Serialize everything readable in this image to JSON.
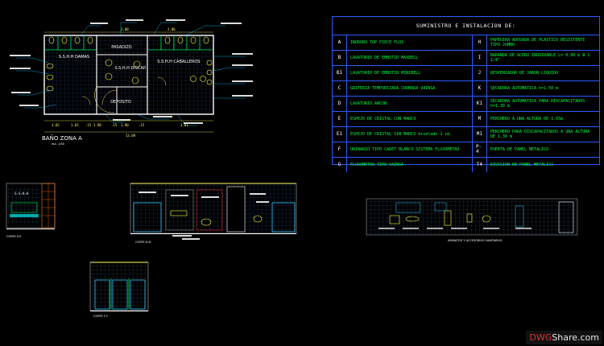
{
  "legend": {
    "title": "SUMINISTRO  E  INSTALACION  DE:",
    "rows": [
      {
        "c1": "A",
        "d1": "INODORO TOP PIECE FLUX",
        "c2": "H",
        "d2": "PAPELERA ADOSADA DE PLASTICO RESISTENTE TIPO JUMBO"
      },
      {
        "c1": "B",
        "d1": "LAVATORIO DE EMBUTIR MAXBELL",
        "c2": "I",
        "d2": "BARANDA DE ACERO INOXIDABLE L= 0.90 m Ø 1 1/4\""
      },
      {
        "c1": "B1",
        "d1": "LAVATORIO DE EMBUTIR MINIBELL",
        "c2": "J",
        "d2": "DESPENSADOR DE JABON LIQUIDO"
      },
      {
        "c1": "C",
        "d1": "GRIFERIA TEMPORIZADA CROMADA VAINSA",
        "c2": "K",
        "d2": "SECADORA AUTOMATICA h=1.50 m"
      },
      {
        "c1": "D",
        "d1": "LAVATORIO ANCON",
        "c2": "K1",
        "d2": "SECADORA AUTOMATICA PARA DISCAPACITADOS h=1.30 m"
      },
      {
        "c1": "E",
        "d1": "ESPEJO DE CRISTAL CON MARCO",
        "c2": "M",
        "d2": "PERCHERO A UNA ALTURA DE 1.65m"
      },
      {
        "c1": "E1",
        "d1": "ESPEJO DE CRISTAL SIN MARCO biselado 1 cm",
        "c2": "M1",
        "d2": "PERCHERO PARA DISCAPACITADOS A UNA ALTURA DE 1.30 m"
      },
      {
        "c1": "F",
        "d1": "URINARIO TIPO CADET BLANCO SISTEMA FLUXOMETRO",
        "c2": "P-4",
        "d2": "PUERTA DE PANEL METALICO"
      },
      {
        "c1": "G",
        "d1": "FLUXOMETRO TIPO VAINSA",
        "c2": "T4",
        "d2": "DIVISION DE PANEL METALICO"
      }
    ]
  },
  "plan": {
    "title": "BAÑO ZONA A",
    "scale": "esc. 1/50",
    "rooms": {
      "damas": "S.S.H.H DAMAS",
      "pasadizo": "PASADIZO",
      "discap": "S.S.H.H DISCAP.",
      "caballeros": "S.S.H.H CABALLEROS",
      "deposito": "DEPOSITO"
    },
    "dims_top": [
      "2.00",
      "2.06"
    ],
    "dims_bottom": [
      "1.65",
      "1.65",
      ".15",
      "1.90",
      ".15",
      "1.90",
      ".15",
      "3.61"
    ],
    "total": "13.09"
  },
  "sections": {
    "corte_e": "CORTE E-E",
    "corte_d": "CORTE D-D",
    "corte_f": "CORTE F-F",
    "aparatos": "APARATOS Y ACCESORIOS SANITARIOS"
  },
  "watermark": {
    "a": "DWG",
    "b": "Share.com"
  }
}
